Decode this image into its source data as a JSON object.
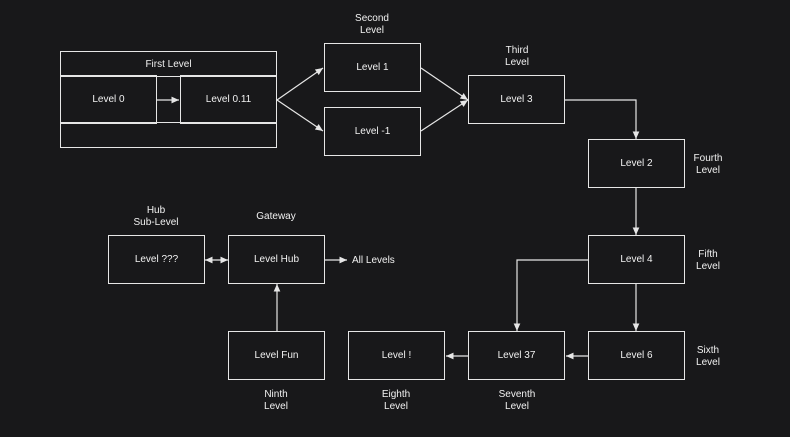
{
  "group": {
    "title": "First Level"
  },
  "nodes": {
    "level_0": "Level 0",
    "level_0_11": "Level 0.11",
    "level_1": "Level 1",
    "level_neg1": "Level -1",
    "level_3": "Level 3",
    "level_2": "Level 2",
    "level_4": "Level 4",
    "level_6": "Level 6",
    "level_37": "Level 37",
    "level_bang": "Level !",
    "level_fun": "Level Fun",
    "level_hub": "Level Hub",
    "level_qqq": "Level ???"
  },
  "labels": {
    "second": [
      "Second",
      "Level"
    ],
    "third": [
      "Third",
      "Level"
    ],
    "fourth": [
      "Fourth",
      "Level"
    ],
    "fifth": [
      "Fifth",
      "Level"
    ],
    "sixth": [
      "Sixth",
      "Level"
    ],
    "seventh": [
      "Seventh",
      "Level"
    ],
    "eighth": [
      "Eighth",
      "Level"
    ],
    "ninth": [
      "Ninth",
      "Level"
    ],
    "gateway": "Gateway",
    "hub_sub": [
      "Hub",
      "Sub-Level"
    ],
    "all_levels": "All Levels"
  },
  "colors": {
    "background": "#18181a",
    "stroke": "#e6e6e6",
    "text": "#f2f2f2"
  }
}
